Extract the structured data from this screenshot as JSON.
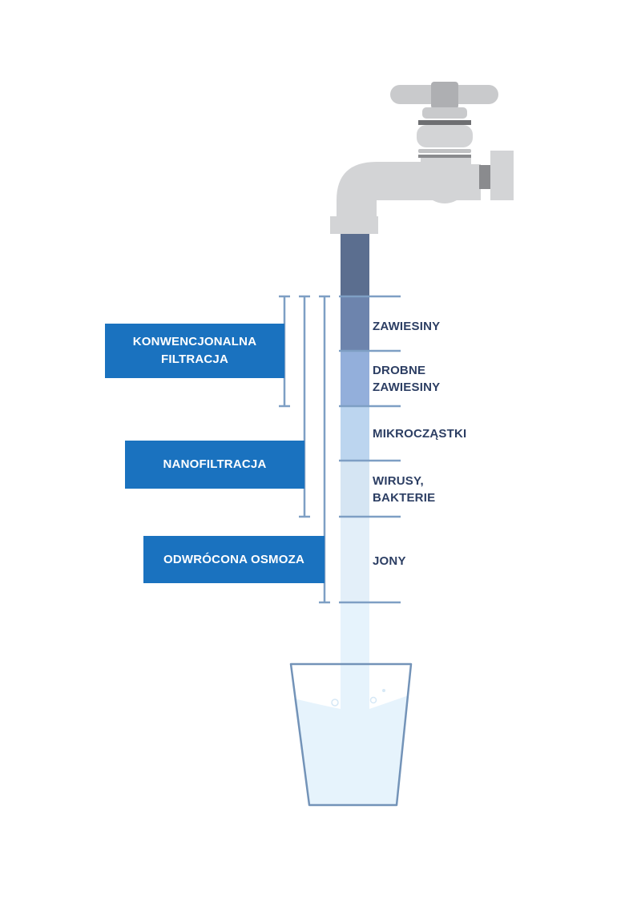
{
  "methods": [
    {
      "label_line1": "KONWENCJONALNA",
      "label_line2": "FILTRACJA"
    },
    {
      "label_line1": "NANOFILTRACJA"
    },
    {
      "label_line1": "ODWRÓCONA OSMOZA"
    }
  ],
  "contaminants": [
    {
      "line1": "ZAWIESINY"
    },
    {
      "line1": "DROBNE",
      "line2": "ZAWIESINY"
    },
    {
      "line1": "MIKROCZĄSTKI"
    },
    {
      "line1": "WIRUSY,",
      "line2": "BAKTERIE"
    },
    {
      "line1": "JONY"
    }
  ],
  "colors": {
    "box": "#1a72bf",
    "text": "#2c3e63",
    "stream": [
      "#5b6e8f",
      "#6d84ad",
      "#93afdb",
      "#bcd5ef",
      "#d5e5f3",
      "#e3eff9",
      "#e6f3fc"
    ]
  }
}
